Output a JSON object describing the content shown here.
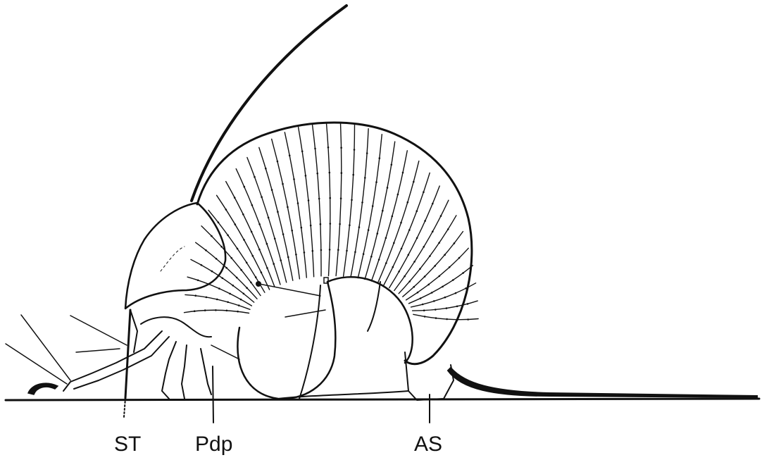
{
  "labels": {
    "st": "ST",
    "pdp": "Pdp",
    "as": "AS"
  },
  "colors": {
    "ink": "#111111",
    "background": "#ffffff"
  }
}
